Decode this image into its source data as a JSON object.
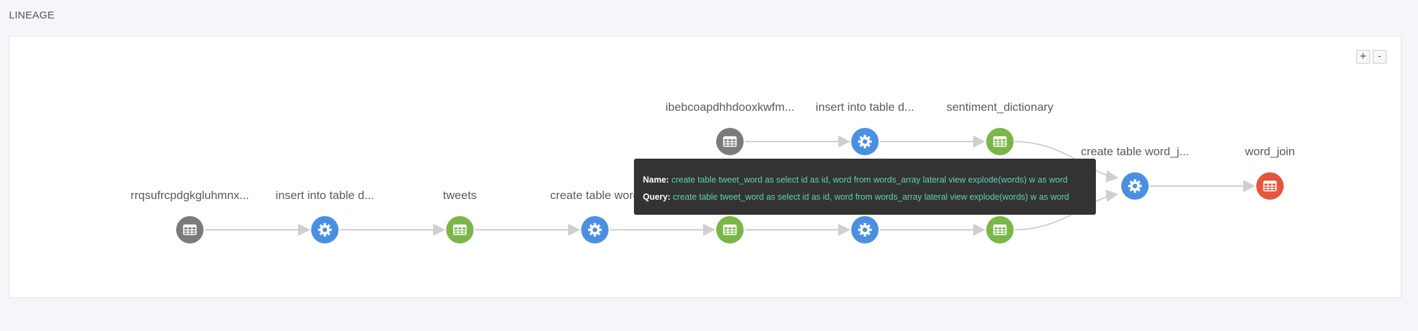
{
  "section": {
    "title": "LINEAGE"
  },
  "zoom": {
    "in_label": "+",
    "out_label": "-"
  },
  "colors": {
    "source_table": "#7b7b7b",
    "process": "#4a90e2",
    "dataset": "#7ab648",
    "target_table": "#e8543d",
    "edge": "#cfcfcf"
  },
  "nodes": [
    {
      "id": "n1",
      "label": "rrqsufrcpdgkgluhmnx...",
      "kind": "source_table",
      "icon": "table-icon"
    },
    {
      "id": "n2",
      "label": "insert into table d...",
      "kind": "process",
      "icon": "gear-icon"
    },
    {
      "id": "n3",
      "label": "tweets",
      "kind": "dataset",
      "icon": "table-icon"
    },
    {
      "id": "n4",
      "label": "create table word",
      "kind": "process",
      "icon": "gear-icon"
    },
    {
      "id": "n5",
      "label": "",
      "kind": "dataset",
      "icon": "table-icon"
    },
    {
      "id": "n6",
      "label": "",
      "kind": "process",
      "icon": "gear-icon"
    },
    {
      "id": "n7",
      "label": "",
      "kind": "dataset",
      "icon": "table-icon"
    },
    {
      "id": "n8",
      "label": "ibebcoapdhhdooxkwfm...",
      "kind": "source_table",
      "icon": "table-icon"
    },
    {
      "id": "n9",
      "label": "insert into table d...",
      "kind": "process",
      "icon": "gear-icon"
    },
    {
      "id": "n10",
      "label": "sentiment_dictionary",
      "kind": "dataset",
      "icon": "table-icon"
    },
    {
      "id": "n11",
      "label": "create table word_j...",
      "kind": "process",
      "icon": "gear-icon"
    },
    {
      "id": "n12",
      "label": "word_join",
      "kind": "target_table",
      "icon": "table-icon"
    }
  ],
  "edges": [
    [
      "n1",
      "n2"
    ],
    [
      "n2",
      "n3"
    ],
    [
      "n3",
      "n4"
    ],
    [
      "n4",
      "n5"
    ],
    [
      "n5",
      "n6"
    ],
    [
      "n6",
      "n7"
    ],
    [
      "n8",
      "n9"
    ],
    [
      "n9",
      "n10"
    ],
    [
      "n10",
      "n11"
    ],
    [
      "n7",
      "n11"
    ],
    [
      "n11",
      "n12"
    ]
  ],
  "tooltip": {
    "name_key": "Name:",
    "name_value": "create table tweet_word as select id as id, word from words_array lateral view explode(words) w as word",
    "query_key": "Query:",
    "query_value": "create table tweet_word as select id as id, word from words_array lateral view explode(words) w as word"
  }
}
